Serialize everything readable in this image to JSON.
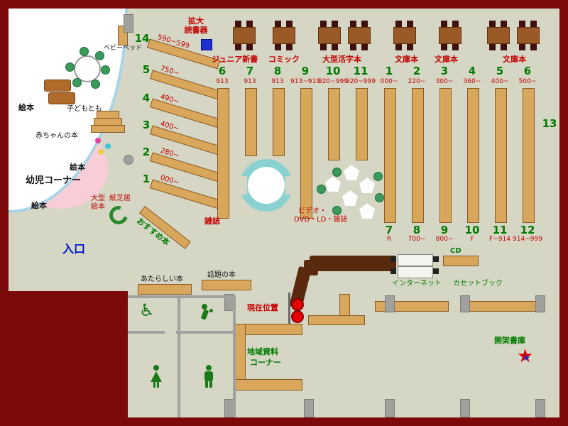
{
  "icons": {
    "wheelchair": "♿",
    "star": "★"
  },
  "top": {
    "magnifier_line1": "拡大",
    "magnifier_line2": "読書器",
    "junior_shinsho": "ジュニア新書",
    "comic": "コミック",
    "large_print": "大型活字本",
    "bunkobon": "文庫本"
  },
  "kids_corner": {
    "baby_bed": "ベビーベッド",
    "kodomo_tomo": "子どもとも",
    "baby_books": "赤ちゃんの本",
    "yoji_corner": "幼児コーナー",
    "ehon": "絵本",
    "ogata_line1": "大型",
    "ogata_line2": "絵本",
    "kamishibai": "紙芝居"
  },
  "shelves": {
    "diagonal": [
      {
        "no": "14",
        "range": "590~599"
      },
      {
        "no": "5",
        "range": "750~"
      },
      {
        "no": "4",
        "range": "490~"
      },
      {
        "no": "3",
        "range": "400~"
      },
      {
        "no": "2",
        "range": "280~"
      },
      {
        "no": "1",
        "range": "000~"
      }
    ],
    "left_top": [
      {
        "no": "6",
        "range": "913"
      },
      {
        "no": "7",
        "range": "913"
      },
      {
        "no": "8",
        "range": "913"
      },
      {
        "no": "9",
        "range": "913~919"
      },
      {
        "no": "10",
        "range": "920~999"
      },
      {
        "no": "11",
        "range": "920~999"
      }
    ],
    "right_top": [
      {
        "no": "1",
        "range": "000~"
      },
      {
        "no": "2",
        "range": "220~"
      },
      {
        "no": "3",
        "range": "300~"
      },
      {
        "no": "4",
        "range": "360~"
      },
      {
        "no": "5",
        "range": "400~"
      },
      {
        "no": "6",
        "range": "500~"
      }
    ],
    "right_bottom": [
      {
        "no": "7",
        "range": "R"
      },
      {
        "no": "8",
        "range": "700~"
      },
      {
        "no": "9",
        "range": "800~"
      },
      {
        "no": "10",
        "range": "F"
      },
      {
        "no": "11",
        "range": "F~914"
      },
      {
        "no": "12",
        "range": "914~999"
      }
    ],
    "wall_no": "13"
  },
  "center": {
    "zasshi": "雑誌",
    "video_line1": "ビデオ・",
    "video_line2": "DVD・LD・雑誌",
    "osusume": "おすすめ本"
  },
  "bottom": {
    "entrance": "入口",
    "new_books": "あたらしい本",
    "topic_books": "話題の本",
    "current_position": "現在位置",
    "chiiki_line1": "地域資料",
    "chiiki_line2": "コーナー",
    "cd": "CD",
    "internet": "インターネット",
    "cassette_book": "カセットブック",
    "kaika_shoko": "開架書庫"
  }
}
